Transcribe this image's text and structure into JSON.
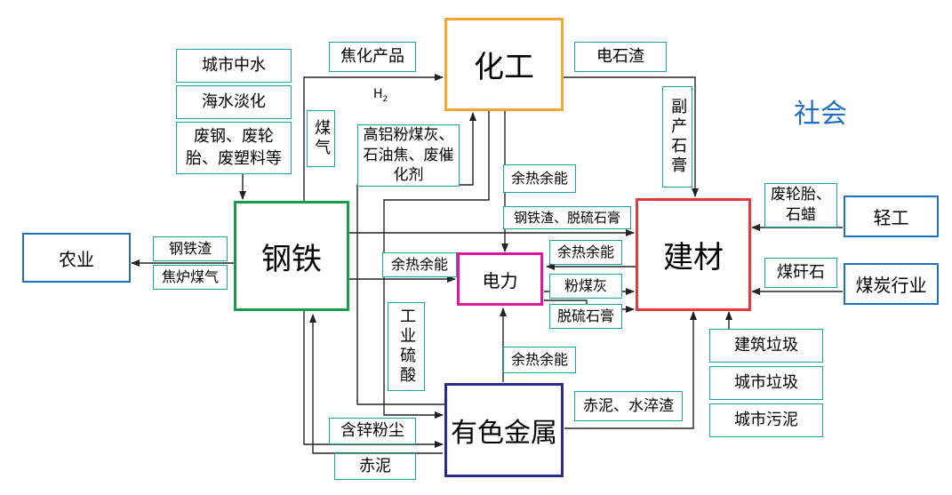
{
  "title": "社会",
  "h2_label": "H",
  "h2_sub": "2",
  "nodes": {
    "chem": "化工",
    "steel": "钢铁",
    "building": "建材",
    "power": "电力",
    "nonferrous": "有色金属",
    "agriculture": "农业",
    "light_industry": "轻工",
    "coal": "煤炭行业"
  },
  "labels": {
    "urban_water": "城市中水",
    "desalination": "海水淡化",
    "waste_items": "废钢、废轮胎、废塑料等",
    "coking_products": "焦化产品",
    "coal_gas": "煤气",
    "alumina_etc": "高铝粉煤灰、石油焦、废催化剂",
    "carbide_slag": "电石渣",
    "byproduct_gypsum": "副产石膏",
    "waste_heat_1": "余热余能",
    "steel_slag_gypsum": "钢铁渣、脱硫石膏",
    "waste_heat_2": "余热余能",
    "waste_heat_3": "余热余能",
    "fly_ash": "粉煤灰",
    "desulf_gypsum": "脱硫石膏",
    "steel_slag": "钢铁渣",
    "coke_gas": "焦炉煤气",
    "sulfuric_acid": "工业硫酸",
    "waste_heat_4": "余热余能",
    "red_mud_water_slag": "赤泥、水淬渣",
    "zinc_dust": "含锌粉尘",
    "red_mud": "赤泥",
    "tire_wax": "废轮胎、石蜡",
    "coal_gangue": "煤矸石",
    "construction_waste": "建筑垃圾",
    "urban_waste": "城市垃圾",
    "urban_sludge": "城市污泥"
  },
  "colors": {
    "steel": "#1a9b4a",
    "chem": "#f4a534",
    "building": "#e33b3b",
    "power": "#e0179a",
    "nonferrous": "#2a2c8c",
    "external": "#1f6fc4",
    "label_border": "#1aa3a3"
  }
}
